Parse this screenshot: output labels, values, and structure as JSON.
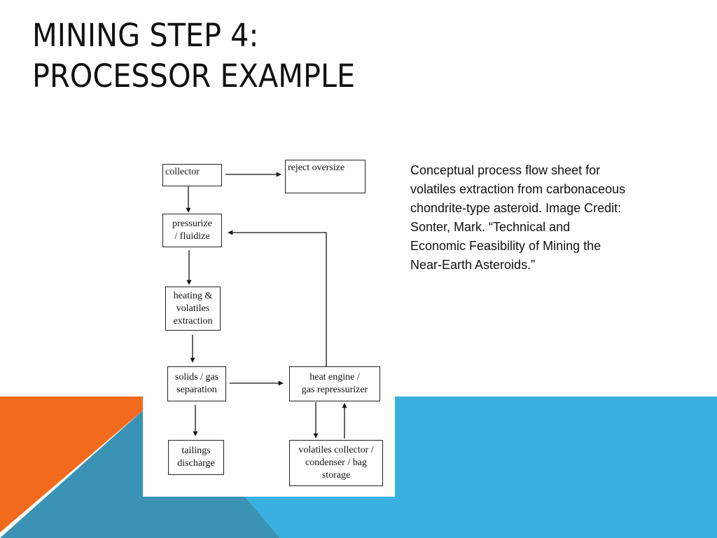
{
  "slide": {
    "title_lines": [
      "MINING STEP 4:",
      "PROCESSOR EXAMPLE"
    ],
    "caption_lines": [
      "Conceptual process flow sheet for",
      "volatiles extraction from carbonaceous",
      "chondrite-type asteroid. Image Credit:",
      "Sonter, Mark. “Technical and",
      "Economic Feasibility of Mining the",
      "Near-Earth Asteroids.”"
    ],
    "colors": {
      "orange": "#F26B1D",
      "teal": "#3A93B4",
      "sky": "#39B0DF"
    }
  },
  "diagram": {
    "nodes": {
      "collector": [
        "collector"
      ],
      "reject_oversize": [
        "reject oversize"
      ],
      "pressurize": [
        "pressurize",
        "/ fluidize"
      ],
      "heating": [
        "heating &",
        "volatiles",
        "extraction"
      ],
      "separation": [
        "solids / gas",
        "separation"
      ],
      "heat_engine": [
        "heat engine /",
        "gas repressurizer"
      ],
      "tailings": [
        "tailings",
        "discharge"
      ],
      "volatiles_collector": [
        "volatiles collector /",
        "condenser / bag",
        "storage"
      ]
    }
  }
}
